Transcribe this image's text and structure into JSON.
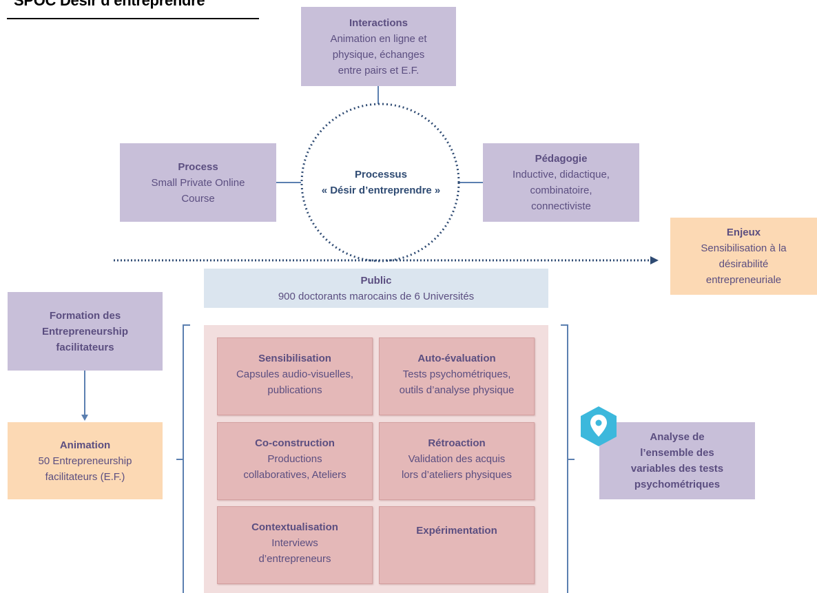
{
  "title": "SPOC Désir d’entreprendre",
  "center": {
    "line1": "Processus",
    "line2": "« Désir d’entreprendre »"
  },
  "interactions": {
    "title": "Interactions",
    "text": [
      "Animation en ligne et",
      "physique, échanges",
      "entre pairs et E.F."
    ]
  },
  "process": {
    "title": "Process",
    "text": [
      "Small Private Online",
      "Course"
    ]
  },
  "pedagogie": {
    "title": "Pédagogie",
    "text": [
      "Inductive, didactique,",
      "combinatoire,",
      "connectiviste"
    ]
  },
  "enjeux": {
    "title": "Enjeux",
    "text": [
      "Sensibilisation à la",
      "désirabilité",
      "entrepreneuriale"
    ]
  },
  "public": {
    "title": "Public",
    "text": "900 doctorants marocains de 6 Universités"
  },
  "formation": {
    "lines": [
      "Formation des",
      "Entrepreneurship",
      "facilitateurs"
    ]
  },
  "animation": {
    "title": "Animation",
    "text": [
      "50 Entrepreneurship",
      "facilitateurs (E.F.)"
    ]
  },
  "analyse": {
    "lines": [
      "Analyse de",
      "l’ensemble des",
      "variables des tests",
      "psychométriques"
    ],
    "icon": "map-pin-icon"
  },
  "modules": [
    {
      "title": "Sensibilisation",
      "text": [
        "Capsules audio-visuelles,",
        "publications"
      ]
    },
    {
      "title": "Auto-évaluation",
      "text": [
        "Tests psychométriques,",
        "outils d’analyse physique"
      ]
    },
    {
      "title": "Co-construction",
      "text": [
        "Productions",
        "collaboratives, Ateliers"
      ]
    },
    {
      "title": "Rétroaction",
      "text": [
        "Validation des acquis",
        "lors d’ateliers physiques"
      ]
    },
    {
      "title": "Contextualisation",
      "text": [
        "Interviews",
        "d’entrepreneurs"
      ]
    },
    {
      "title": "Expérimentation",
      "text": []
    }
  ],
  "colors": {
    "purple": "#c8bfd9",
    "orange": "#fcd9b4",
    "blue": "#dbe5ef",
    "pink": "#e4b8b8",
    "line": "#5b7fb0",
    "text": "#5b4e80",
    "dotted": "#2f4b73",
    "pin": "#3cb8dc"
  }
}
